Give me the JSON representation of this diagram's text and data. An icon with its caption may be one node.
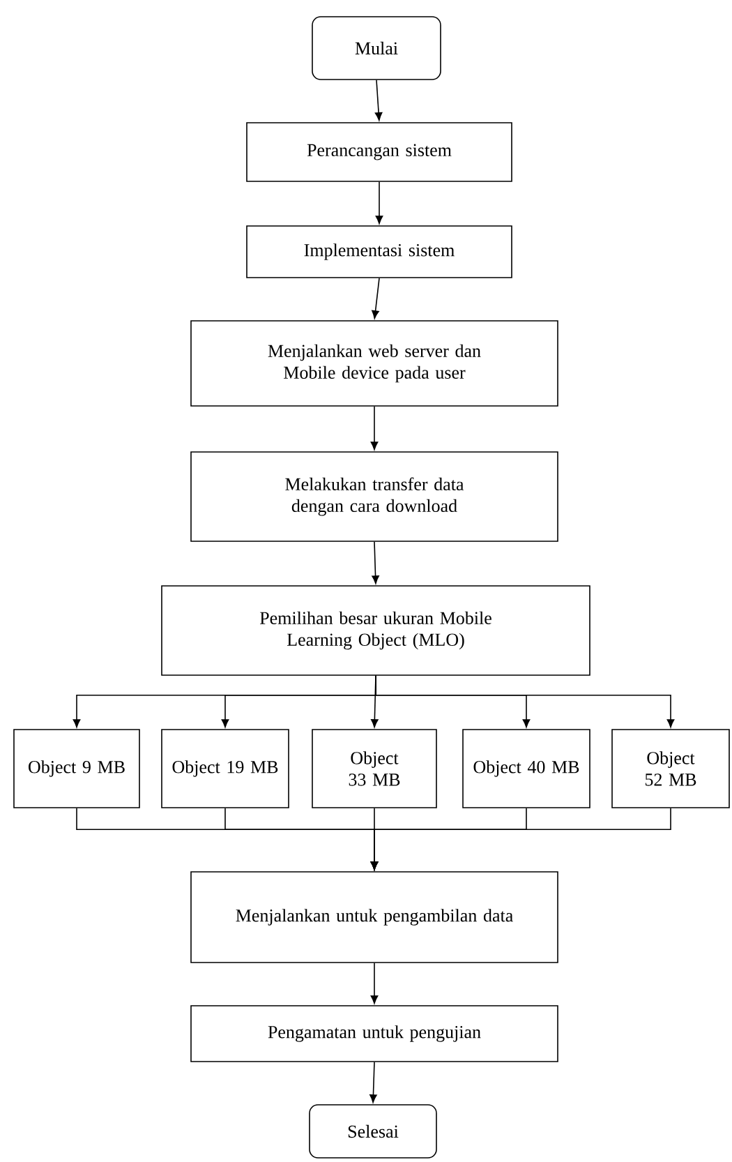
{
  "diagram": {
    "nodes": [
      {
        "text": [
          "Mulai"
        ]
      },
      {
        "text": [
          "Perancangan sistem"
        ]
      },
      {
        "text": [
          "Implementasi sistem"
        ]
      },
      {
        "text": [
          "Menjalankan web server dan Mobile device pada user"
        ]
      },
      {
        "text": [
          "Melakukan transfer data dengan cara download"
        ]
      },
      {
        "text": [
          "Pemilihan besar ukuran Mobile Learning Object (MLO)"
        ]
      },
      {
        "text": [
          "Object 9 MB"
        ]
      },
      {
        "text": [
          "Object 19 MB"
        ]
      },
      {
        "text": [
          "Object 33 MB"
        ]
      },
      {
        "text": [
          "Object 40 MB"
        ]
      },
      {
        "text": [
          "Object 52 MB"
        ]
      },
      {
        "text": [
          "Menjalankan untuk pengambilan data"
        ]
      },
      {
        "text": [
          "Pengamatan untuk pengujian"
        ]
      },
      {
        "text": [
          "Selesai"
        ]
      }
    ],
    "edges": [
      {
        "from": 0,
        "to": 1,
        "arrow": "to"
      },
      {
        "from": 1,
        "to": 2,
        "arrow": "to"
      },
      {
        "from": 2,
        "to": 3,
        "arrow": "to"
      },
      {
        "from": 3,
        "to": 4,
        "arrow": "to"
      },
      {
        "from": 4,
        "to": 5,
        "arrow": "to"
      },
      {
        "from": 5,
        "to": 6,
        "arrow": "to"
      },
      {
        "from": 5,
        "to": 7,
        "arrow": "to"
      },
      {
        "from": 5,
        "to": 8,
        "arrow": "to"
      },
      {
        "from": 5,
        "to": 9,
        "arrow": "to"
      },
      {
        "from": 5,
        "to": 10,
        "arrow": "to"
      },
      {
        "from": 6,
        "to": 11,
        "arrow": "to"
      },
      {
        "from": 7,
        "to": 11,
        "arrow": "to"
      },
      {
        "from": 8,
        "to": 11,
        "arrow": "to"
      },
      {
        "from": 9,
        "to": 11,
        "arrow": "to"
      },
      {
        "from": 10,
        "to": 11,
        "arrow": "to"
      },
      {
        "from": 11,
        "to": 12,
        "arrow": "to"
      },
      {
        "from": 12,
        "to": 13,
        "arrow": "to"
      }
    ]
  }
}
